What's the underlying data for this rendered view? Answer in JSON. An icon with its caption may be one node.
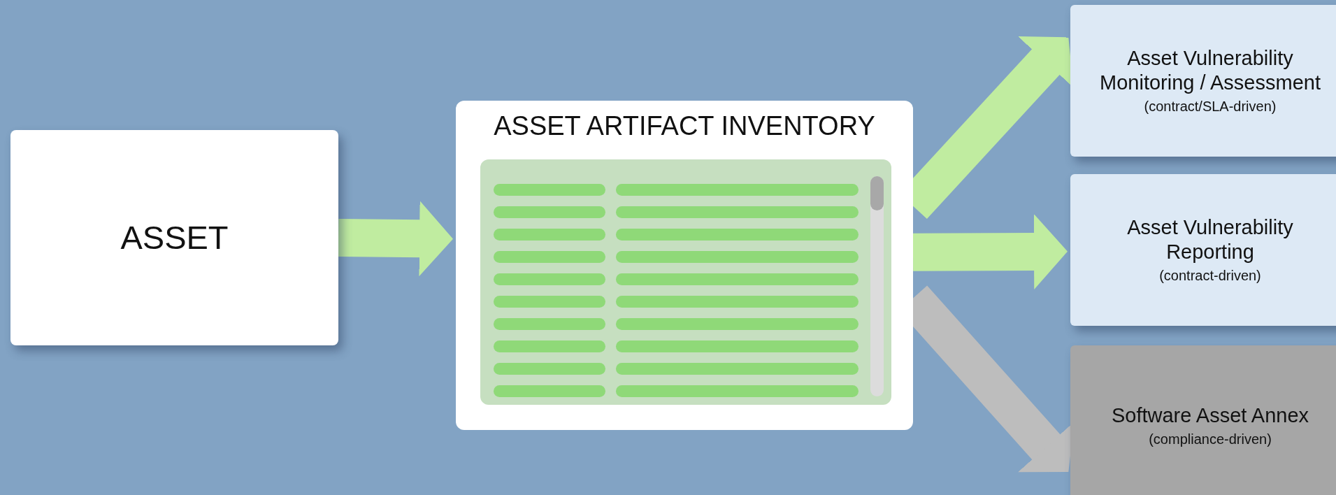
{
  "diagram": {
    "nodes": [
      {
        "text": [
          "ASSET"
        ]
      },
      {
        "text": [
          "ASSET ARTIFACT INVENTORY"
        ]
      },
      {
        "text": [
          "Asset Vulnerability Monitoring / Assessment",
          "(contract/SLA-driven)"
        ]
      },
      {
        "text": [
          "Asset Vulnerability Reporting",
          "(contract-driven)"
        ]
      },
      {
        "text": [
          "Software Asset Annex",
          "(compliance-driven)"
        ]
      }
    ],
    "edges": [
      {
        "from": 0,
        "to": 1,
        "arrow": "to"
      },
      {
        "from": 1,
        "to": 2,
        "arrow": "to"
      },
      {
        "from": 1,
        "to": 3,
        "arrow": "to"
      },
      {
        "from": 1,
        "to": 4,
        "arrow": "to",
        "color": "#bdbdbd"
      }
    ]
  }
}
